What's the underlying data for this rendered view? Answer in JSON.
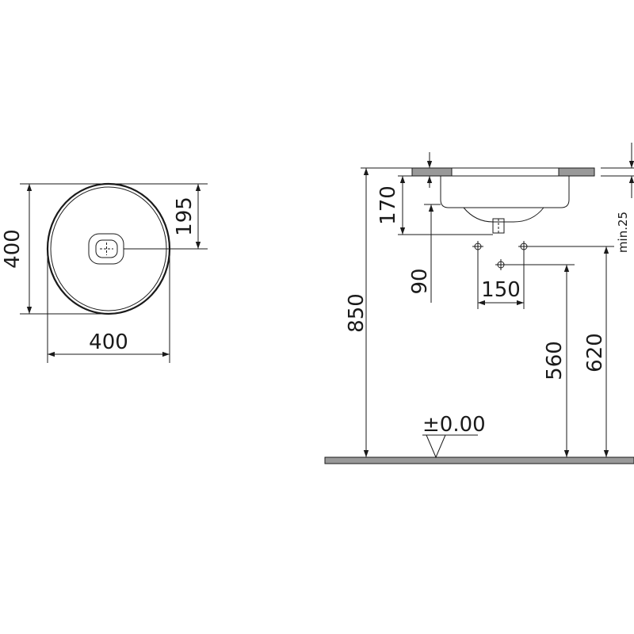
{
  "top_view": {
    "width_label": "400",
    "height_label": "400",
    "offset_label": "195"
  },
  "section_view": {
    "total_height_label": "850",
    "basin_depth_label": "170",
    "drain_offset_label": "90",
    "tap_spacing_label": "150",
    "inlet_height_label": "560",
    "outlet_height_label": "620",
    "min_clearance_label": "min.25",
    "floor_level_label": "±0.00"
  },
  "colors": {
    "line": "#1a1a1a",
    "countertop_fill": "#999999"
  }
}
